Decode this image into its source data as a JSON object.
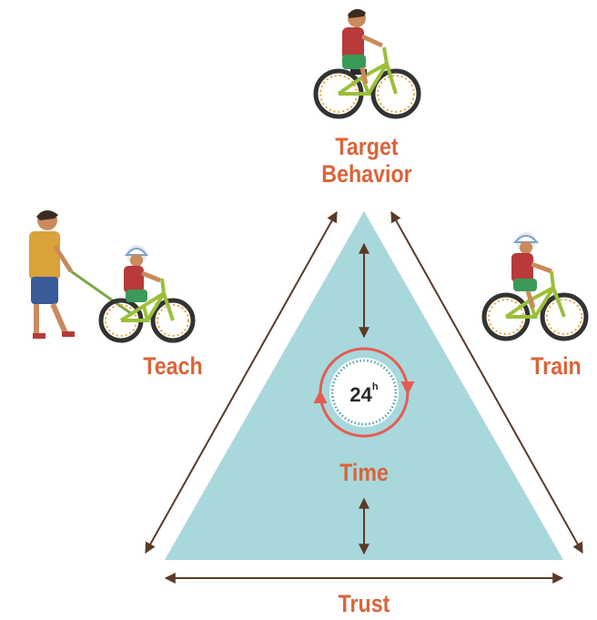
{
  "labels": {
    "target_line1": "Target",
    "target_line2": "Behavior",
    "teach": "Teach",
    "train": "Train",
    "time": "Time",
    "trust": "Trust"
  },
  "clock": {
    "value": "24",
    "unit": "h"
  },
  "colors": {
    "triangle_fill": "#a8d8dc",
    "arrow": "#5a3a26",
    "label": "#d9643a",
    "clock_ring": "#e45c52",
    "clock_dots": "#5aa8a0"
  },
  "icons": {
    "top": "child-riding-bicycle-icon",
    "left": "adult-teaching-child-bicycle-icon",
    "right": "child-riding-bicycle-helmet-icon",
    "center": "clock-cycle-icon"
  }
}
